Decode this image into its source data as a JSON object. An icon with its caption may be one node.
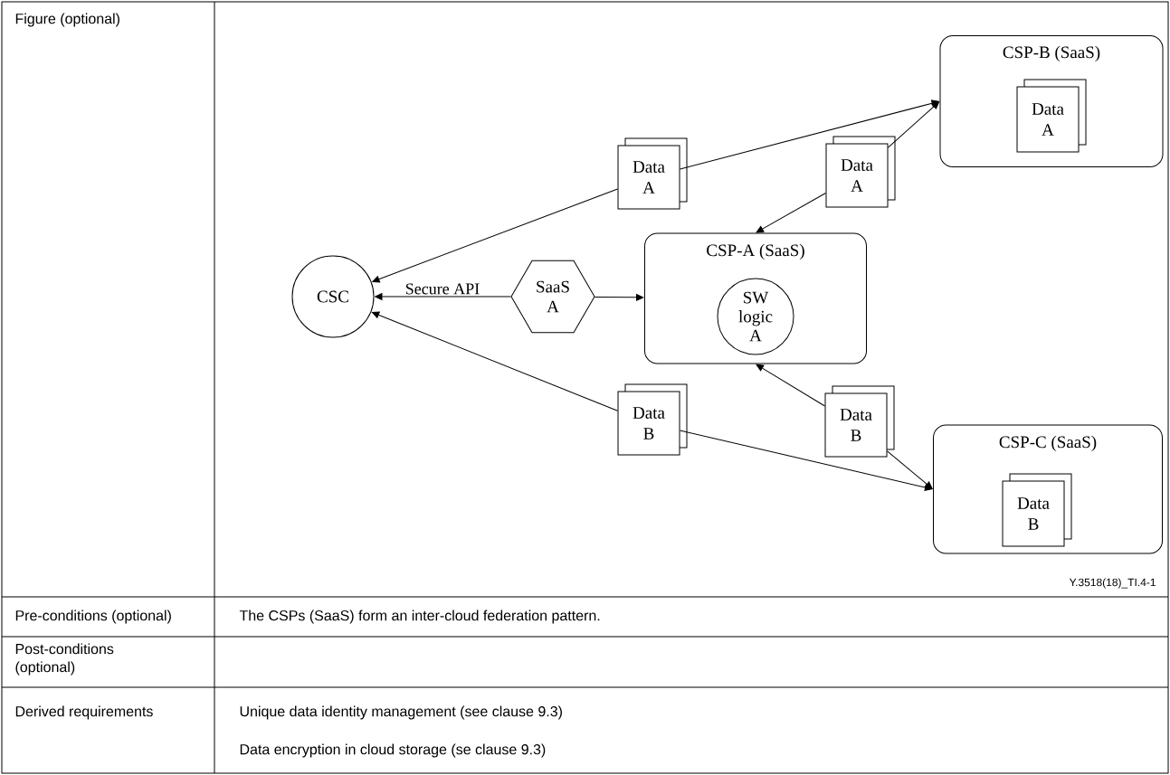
{
  "diagram": {
    "nodes": [
      {
        "text": [
          "CSP-B (SaaS)"
        ]
      },
      {
        "text": [
          "Data A"
        ],
        "in": 0
      },
      {
        "text": [
          "Data A"
        ]
      },
      {
        "text": [
          "Data A"
        ]
      },
      {
        "text": [
          "CSP-A (SaaS)"
        ]
      },
      {
        "text": [
          "SW logic A"
        ],
        "in": 4
      },
      {
        "text": [
          "CSC"
        ]
      },
      {
        "text": [
          "SaaS A"
        ]
      },
      {
        "text": [
          "Data B"
        ]
      },
      {
        "text": [
          "Data B"
        ]
      },
      {
        "text": [
          "CSP-C (SaaS)"
        ]
      },
      {
        "text": [
          "Data B"
        ],
        "in": 10
      }
    ],
    "edges": [
      {
        "from": 7,
        "to": 6,
        "arrow": "to",
        "label": "Secure API"
      },
      {
        "from": 7,
        "to": 4,
        "arrow": "to"
      },
      {
        "from": 2,
        "to": 6,
        "arrow": "to"
      },
      {
        "from": 2,
        "to": 0,
        "arrow": "to"
      },
      {
        "from": 3,
        "to": 0,
        "arrow": "to"
      },
      {
        "from": 3,
        "to": 4,
        "arrow": "to"
      },
      {
        "from": 8,
        "to": 6,
        "arrow": "to"
      },
      {
        "from": 8,
        "to": 10,
        "arrow": "to"
      },
      {
        "from": 9,
        "to": 4,
        "arrow": "to"
      },
      {
        "from": 9,
        "to": 10,
        "arrow": "to"
      }
    ],
    "labels": [
      "Figure (optional)",
      "Y.3518(18)_TI.4-1",
      "Pre-conditions (optional)",
      "The CSPs (SaaS) form an inter-cloud federation pattern.",
      "Post-conditions (optional)",
      "Derived requirements",
      "Unique data identity management (see clause 9.3)",
      "Data encryption in cloud storage (se clause 9.3)"
    ]
  }
}
